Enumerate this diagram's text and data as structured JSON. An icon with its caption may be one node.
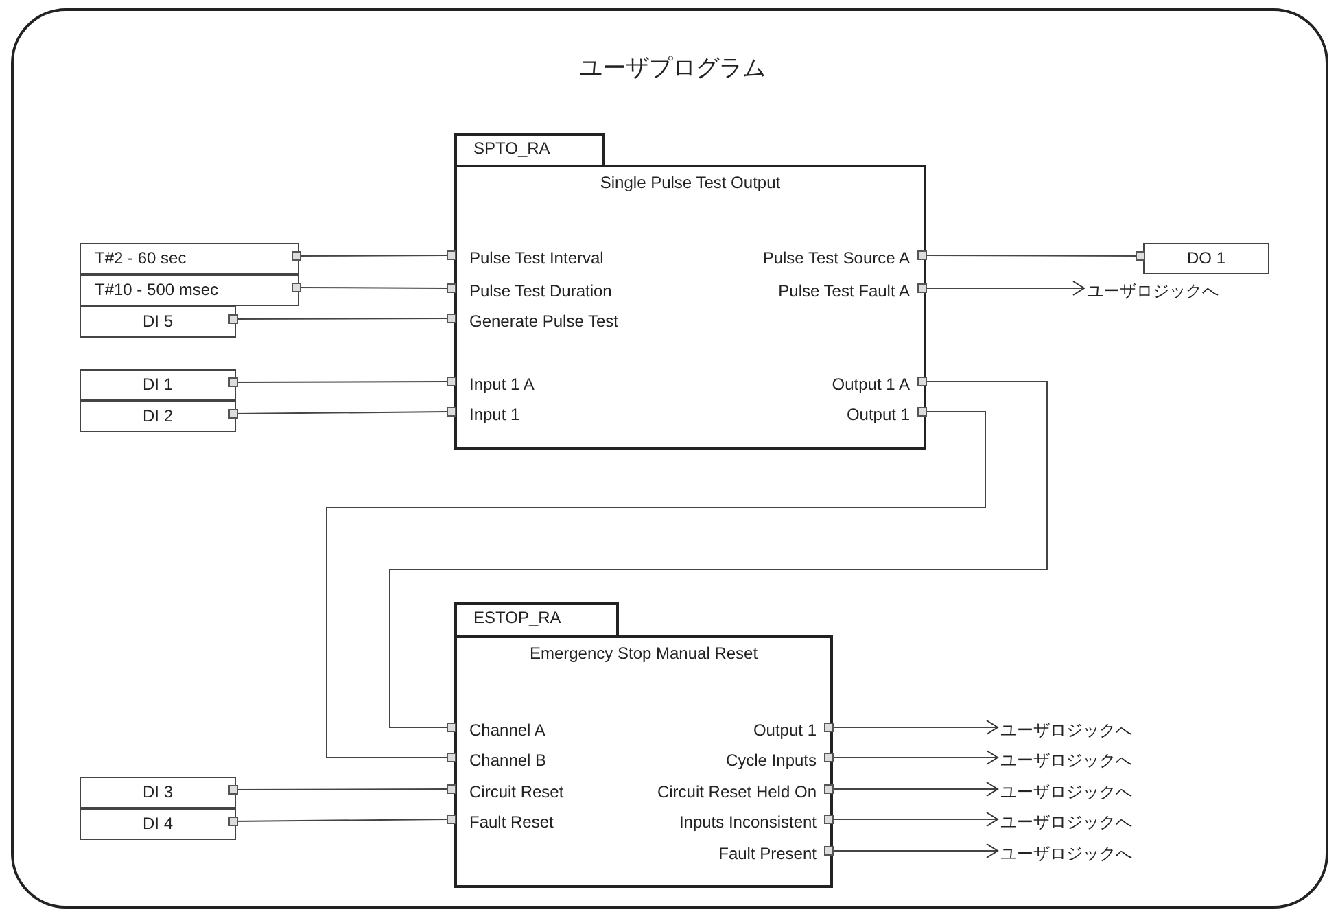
{
  "diagram": {
    "nodes": [
      {
        "text": [
          "ユーザプログラム"
        ]
      },
      {
        "text": [
          "SPTO_RA",
          "Single Pulse Test Output"
        ],
        "in": 0
      },
      {
        "text": [
          "Pulse Test Interval"
        ],
        "in": 1
      },
      {
        "text": [
          "Pulse Test Duration"
        ],
        "in": 1
      },
      {
        "text": [
          "Generate Pulse Test"
        ],
        "in": 1
      },
      {
        "text": [
          "Input 1 A"
        ],
        "in": 1
      },
      {
        "text": [
          "Input 1"
        ],
        "in": 1
      },
      {
        "text": [
          "Pulse Test Source A"
        ],
        "in": 1
      },
      {
        "text": [
          "Pulse Test Fault A"
        ],
        "in": 1
      },
      {
        "text": [
          "Output 1 A"
        ],
        "in": 1
      },
      {
        "text": [
          "Output 1"
        ],
        "in": 1
      },
      {
        "text": [
          "ESTOP_RA",
          "Emergency Stop Manual Reset"
        ],
        "in": 0
      },
      {
        "text": [
          "Channel A"
        ],
        "in": 11
      },
      {
        "text": [
          "Channel B"
        ],
        "in": 11
      },
      {
        "text": [
          "Circuit Reset"
        ],
        "in": 11
      },
      {
        "text": [
          "Fault Reset"
        ],
        "in": 11
      },
      {
        "text": [
          "Output 1"
        ],
        "in": 11
      },
      {
        "text": [
          "Cycle Inputs"
        ],
        "in": 11
      },
      {
        "text": [
          "Circuit Reset Held On"
        ],
        "in": 11
      },
      {
        "text": [
          "Inputs Inconsistent"
        ],
        "in": 11
      },
      {
        "text": [
          "Fault Present"
        ],
        "in": 11
      },
      {
        "text": [
          "T#2 - 60 sec"
        ],
        "in": 0
      },
      {
        "text": [
          "T#10 - 500 msec"
        ],
        "in": 0
      },
      {
        "text": [
          "DI 5"
        ],
        "in": 0
      },
      {
        "text": [
          "DI 1"
        ],
        "in": 0
      },
      {
        "text": [
          "DI 2"
        ],
        "in": 0
      },
      {
        "text": [
          "DI 3"
        ],
        "in": 0
      },
      {
        "text": [
          "DI 4"
        ],
        "in": 0
      },
      {
        "text": [
          "DO 1"
        ],
        "in": 0
      },
      {
        "text": [
          "ユーザロジックへ"
        ],
        "in": 0
      },
      {
        "text": [
          "ユーザロジックへ"
        ],
        "in": 0
      },
      {
        "text": [
          "ユーザロジックへ"
        ],
        "in": 0
      },
      {
        "text": [
          "ユーザロジックへ"
        ],
        "in": 0
      },
      {
        "text": [
          "ユーザロジックへ"
        ],
        "in": 0
      },
      {
        "text": [
          "ユーザロジックへ"
        ],
        "in": 0
      }
    ],
    "edges": [
      {
        "from": 21,
        "to": 2,
        "arrow": "none"
      },
      {
        "from": 22,
        "to": 3,
        "arrow": "none"
      },
      {
        "from": 23,
        "to": 4,
        "arrow": "none"
      },
      {
        "from": 24,
        "to": 5,
        "arrow": "none"
      },
      {
        "from": 25,
        "to": 6,
        "arrow": "none"
      },
      {
        "from": 7,
        "to": 28,
        "arrow": "none"
      },
      {
        "from": 8,
        "to": 29,
        "arrow": "to"
      },
      {
        "from": 9,
        "to": 12,
        "arrow": "none"
      },
      {
        "from": 10,
        "to": 13,
        "arrow": "none"
      },
      {
        "from": 26,
        "to": 14,
        "arrow": "none"
      },
      {
        "from": 27,
        "to": 15,
        "arrow": "none"
      },
      {
        "from": 16,
        "to": 30,
        "arrow": "to"
      },
      {
        "from": 17,
        "to": 31,
        "arrow": "to"
      },
      {
        "from": 18,
        "to": 32,
        "arrow": "to"
      },
      {
        "from": 19,
        "to": 33,
        "arrow": "to"
      },
      {
        "from": 20,
        "to": 34,
        "arrow": "to"
      }
    ]
  }
}
